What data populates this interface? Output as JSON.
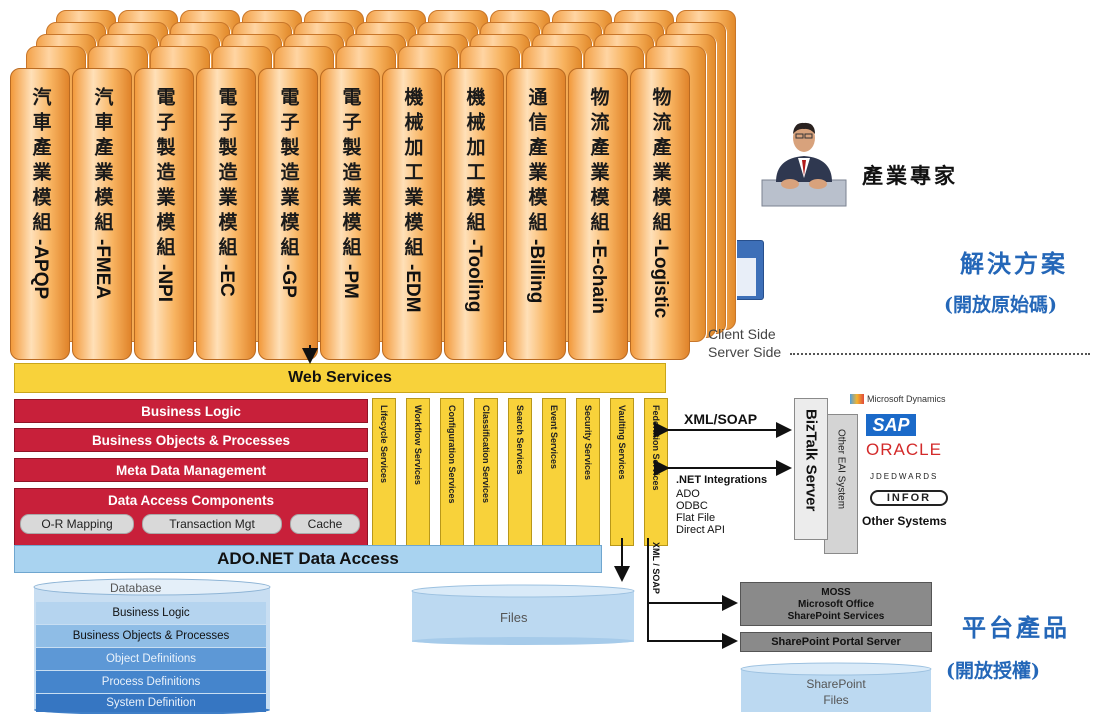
{
  "modules": [
    {
      "cn": "汽車產業模組",
      "en": "-APQP"
    },
    {
      "cn": "汽車產業模組",
      "en": "-FMEA"
    },
    {
      "cn": "電子製造業模組",
      "en": "-NPI"
    },
    {
      "cn": "電子製造業模組",
      "en": "-EC"
    },
    {
      "cn": "電子製造業模組",
      "en": "-GP"
    },
    {
      "cn": "電子製造業模組",
      "en": "-PM"
    },
    {
      "cn": "機械加工業模組",
      "en": "-EDM"
    },
    {
      "cn": "機械加工模組",
      "en": "-Tooling"
    },
    {
      "cn": "通信產業模組",
      "en": "-Billing"
    },
    {
      "cn": "物流產業模組",
      "en": "-E-chain"
    },
    {
      "cn": "物流產業模組",
      "en": "-Logistic"
    }
  ],
  "expert_label": "產業專家",
  "solution": {
    "title": "解決方案",
    "subtitle": "(開放原始碼)"
  },
  "platform": {
    "title": "平台產品",
    "subtitle": "(開放授權)"
  },
  "client_side": "Client Side",
  "server_side": "Server Side",
  "web_services": "Web Services",
  "logic_layers": [
    "Business Logic",
    "Business Objects & Processes",
    "Meta Data Management"
  ],
  "data_access": {
    "title": "Data Access Components",
    "items": [
      "O-R Mapping",
      "Transaction Mgt",
      "Cache"
    ]
  },
  "ado_net": "ADO.NET Data Access",
  "services": [
    "Lifecycle Services",
    "Workflow Services",
    "Configuration Services",
    "Classification Services",
    "Search Services",
    "Event Services",
    "Security Services",
    "Vaulting Services",
    "Federation Services"
  ],
  "xml_soap": "XML/SOAP",
  "xml_soap_vertical": "XML / SOAP",
  "net_integrations": {
    "title": ".NET Integrations",
    "items": [
      "ADO",
      "ODBC",
      "Flat File",
      "Direct API"
    ]
  },
  "biztalk": "BizTalk Server",
  "other_eai": "Other EAI System",
  "vendors": [
    "Microsoft Dynamics",
    "SAP",
    "ORACLE",
    "JDEDWARDS",
    "INFOR"
  ],
  "other_systems": "Other Systems",
  "database": {
    "title": "Database",
    "layers": [
      "Business Logic",
      "Business Objects & Processes",
      "Object Definitions",
      "Process Definitions",
      "System Definition"
    ]
  },
  "files": "Files",
  "moss": {
    "line1": "MOSS",
    "line2": "Microsoft Office",
    "line3": "SharePoint Services"
  },
  "sharepoint_portal": "SharePoint Portal Server",
  "sharepoint_files": {
    "line1": "SharePoint",
    "line2": "Files"
  },
  "colors": {
    "orange": "#f7a74c",
    "red": "#c8203a",
    "yellow": "#f8d23a",
    "lightblue": "#a9d3f0",
    "gray": "#8a8a8a",
    "cjk_blue": "#2467b8"
  }
}
